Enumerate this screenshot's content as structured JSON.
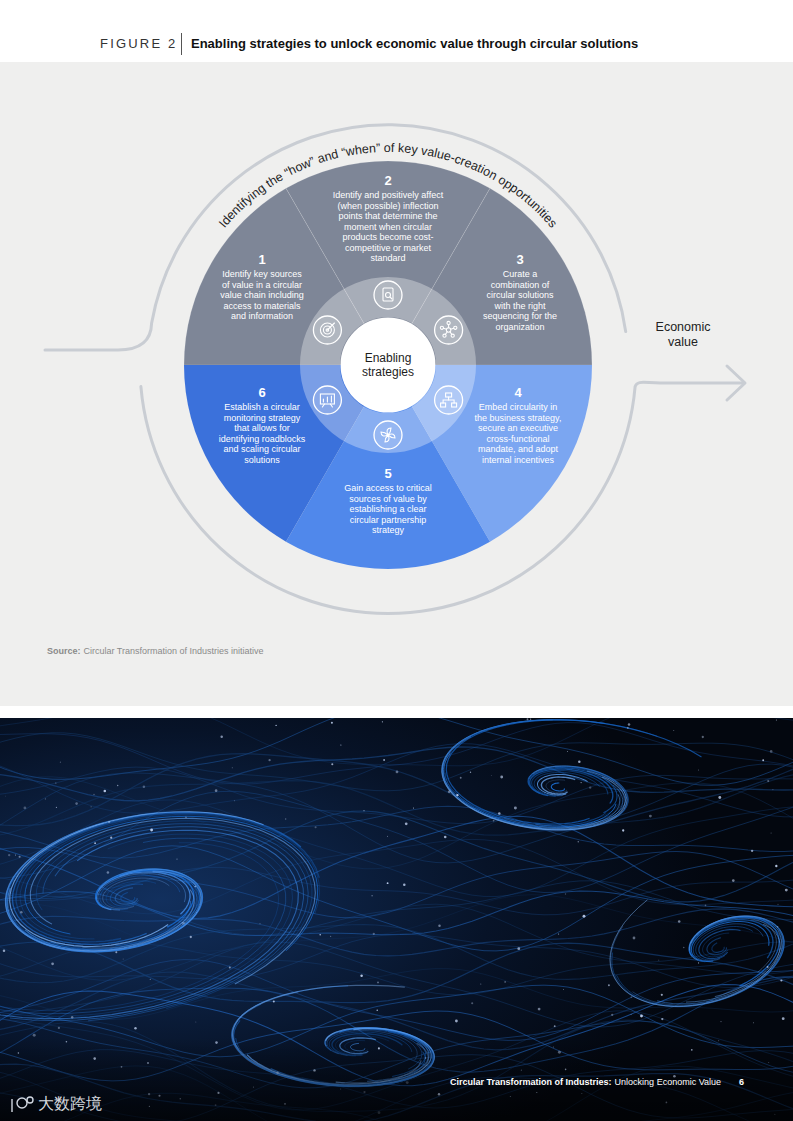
{
  "diagram": {
    "title": "Enabling strategies to unlock economic value through circular solutions",
    "nodes": [
      {
        "text": [
          "1",
          "Identify key sources of value in a circular value chain including access to materials and information"
        ]
      },
      {
        "text": [
          "2",
          "Identify and positively affect (when possible) inflection points that determine the moment when circular products become cost-competitive or market standard"
        ]
      },
      {
        "text": [
          "3",
          "Curate a combination of circular solutions with the right sequencing for the organization"
        ]
      },
      {
        "text": [
          "4",
          "Embed circularity in the business strategy, secure an executive cross-functional mandate, and adopt internal incentives"
        ]
      },
      {
        "text": [
          "5",
          "Gain access to critical sources of value by establishing a clear circular partnership strategy"
        ]
      },
      {
        "text": [
          "6",
          "Establish a circular monitoring strategy that allows for identifying roadblocks and scaling circular solutions"
        ]
      },
      {
        "text": [
          "Enabling strategies"
        ]
      }
    ],
    "labels": [
      "FIGURE 2",
      "Identifying the “how” and “when” of key value-creation opportunities",
      "Economic value",
      "Source:",
      "Circular Transformation of Industries initiative",
      "Circular Transformation of Industries:",
      "Unlocking Economic Value",
      "6",
      "大数跨境"
    ]
  }
}
